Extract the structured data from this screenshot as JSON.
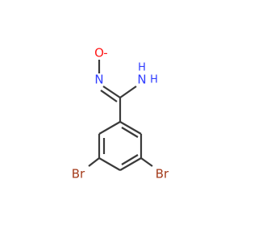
{
  "molecule": {
    "atoms": {
      "o": "O",
      "n_oxime": "N",
      "n_amine": "N",
      "h_top": "H",
      "h_left": "H",
      "br_left": "Br",
      "br_right": "Br",
      "dash": "-"
    },
    "colors": {
      "bond": "#3a3a3a",
      "nitrogen": "#2f3cff",
      "oxygen": "#ff1a1a",
      "bromine": "#a33a1a"
    }
  }
}
